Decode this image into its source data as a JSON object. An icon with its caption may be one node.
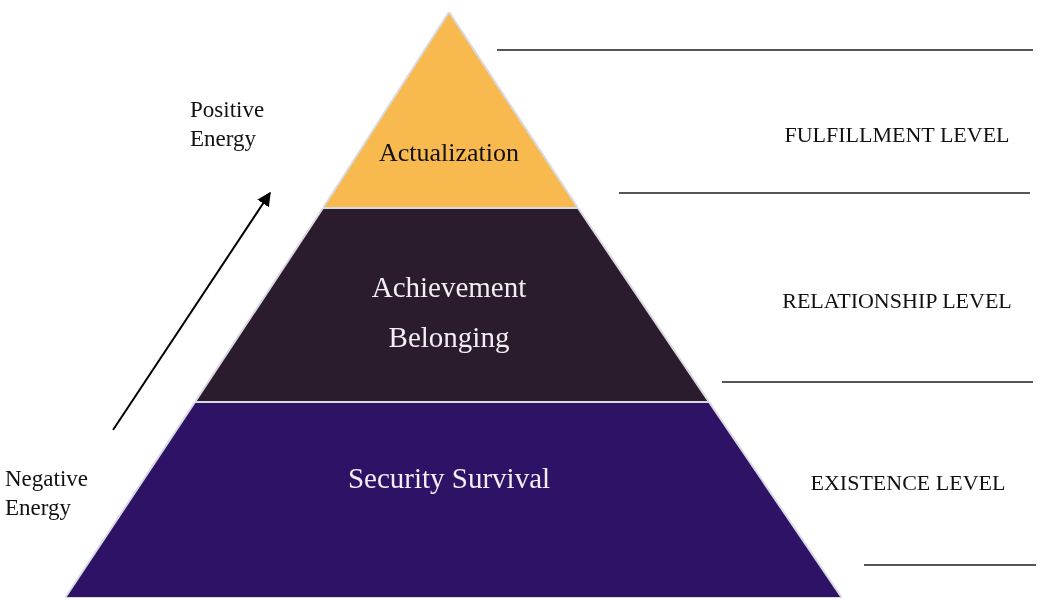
{
  "diagram": {
    "nodes": [
      {
        "text": [
          "Actualization"
        ]
      },
      {
        "text": [
          "Achievement Belonging"
        ]
      },
      {
        "text": [
          "Security Survival"
        ]
      },
      {
        "text": [
          "Negative Energy"
        ]
      },
      {
        "text": [
          "Positive Energy"
        ]
      }
    ],
    "edges": [
      {
        "from": 3,
        "to": 4,
        "arrow": "to"
      }
    ],
    "labels": [
      "FULFILLMENT LEVEL",
      "RELATIONSHIP LEVEL",
      "EXISTENCE LEVEL"
    ]
  }
}
